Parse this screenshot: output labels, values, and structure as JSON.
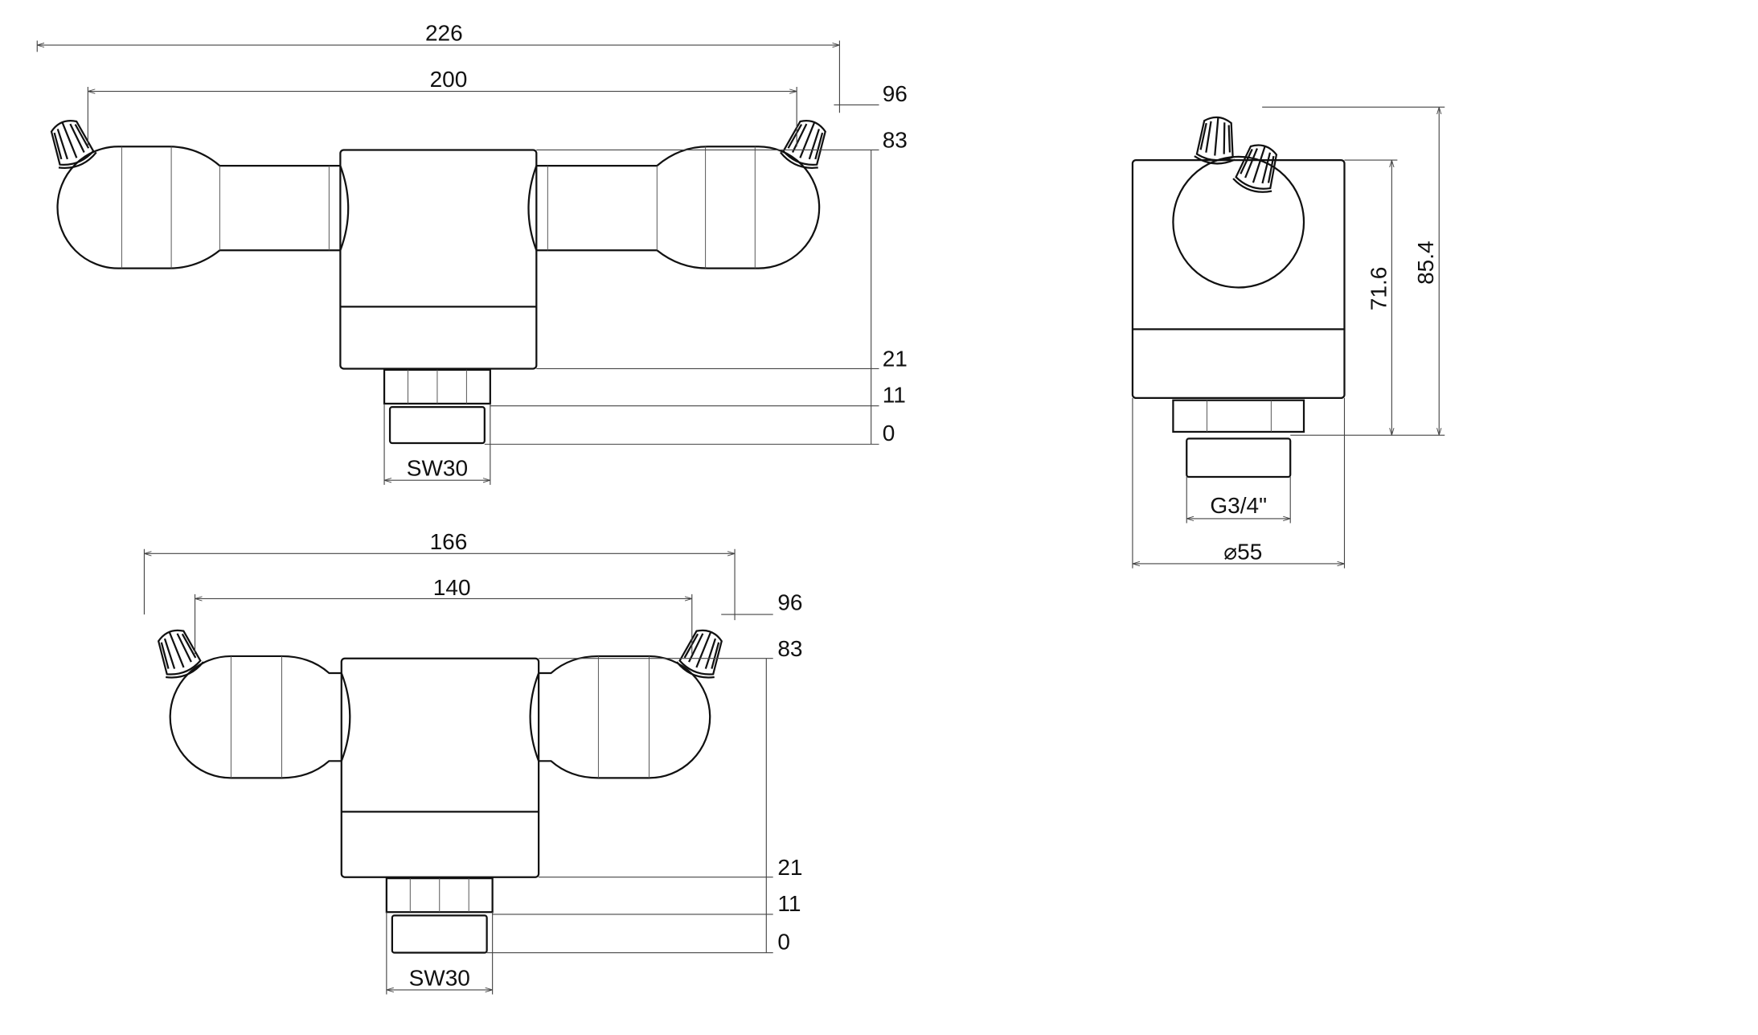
{
  "views": {
    "front_large": {
      "overall_width": "226",
      "handle_spacing": "200",
      "heights": [
        "96",
        "83",
        "21",
        "11",
        "0"
      ],
      "wrench": "SW30"
    },
    "front_small": {
      "overall_width": "166",
      "handle_spacing": "140",
      "heights": [
        "96",
        "83",
        "21",
        "11",
        "0"
      ],
      "wrench": "SW30"
    },
    "side": {
      "thread": "G3/4\"",
      "diameter": "⌀55",
      "height_body": "71.6",
      "height_total": "85.4"
    }
  },
  "colors": {
    "line": "#111111",
    "dimension": "#444444"
  }
}
